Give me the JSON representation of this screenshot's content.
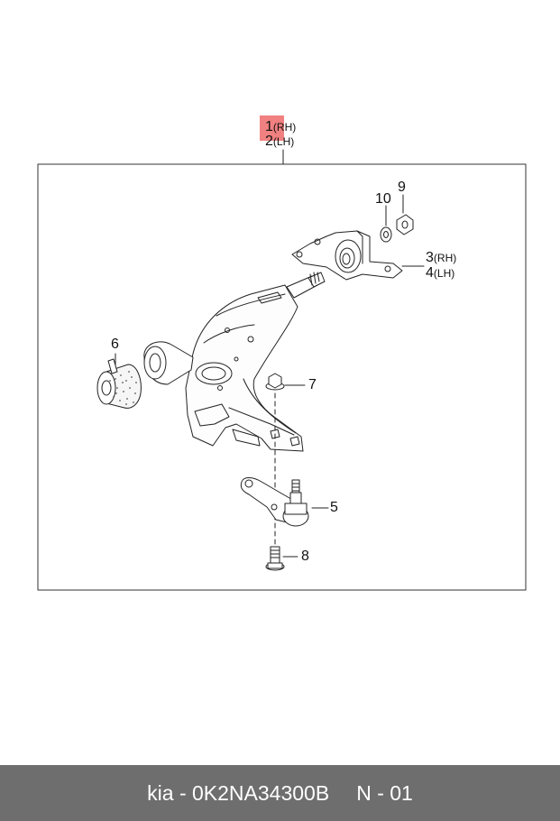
{
  "callouts": {
    "part1": {
      "num": "1",
      "side": "(RH)"
    },
    "part2": {
      "num": "2",
      "side": "(LH)"
    },
    "part3": {
      "num": "3",
      "side": "(RH)"
    },
    "part4": {
      "num": "4",
      "side": "(LH)"
    },
    "part5": {
      "num": "5"
    },
    "part6": {
      "num": "6"
    },
    "part7": {
      "num": "7"
    },
    "part8": {
      "num": "8"
    },
    "part9": {
      "num": "9"
    },
    "part10": {
      "num": "10"
    }
  },
  "footer": {
    "brand_part": "kia - 0K2NA34300B",
    "page": "N - 01"
  },
  "colors": {
    "highlight": "#ef6a6a",
    "footer_bg": "#6e6e6e"
  }
}
